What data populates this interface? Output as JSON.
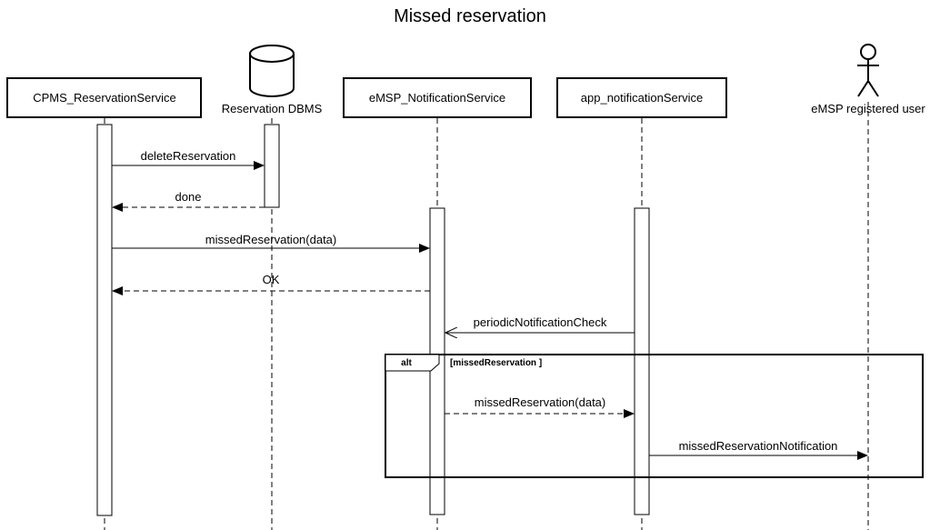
{
  "diagram": {
    "title": "Missed reservation",
    "participants": {
      "cpms": "CPMS_ReservationService",
      "dbms": "Reservation DBMS",
      "emsp_notification": "eMSP_NotificationService",
      "app_notification": "app_notificationService",
      "user": "eMSP registered user"
    },
    "messages": {
      "delete_reservation": "deleteReservation",
      "done": "done",
      "missed_reservation_1": "missedReservation(data)",
      "ok": "OK",
      "periodic_check": "periodicNotificationCheck",
      "missed_reservation_2": "missedReservation(data)",
      "missed_reservation_notification": "missedReservationNotification"
    },
    "fragment": {
      "operator": "alt",
      "guard": "[missedReservation ]"
    }
  }
}
